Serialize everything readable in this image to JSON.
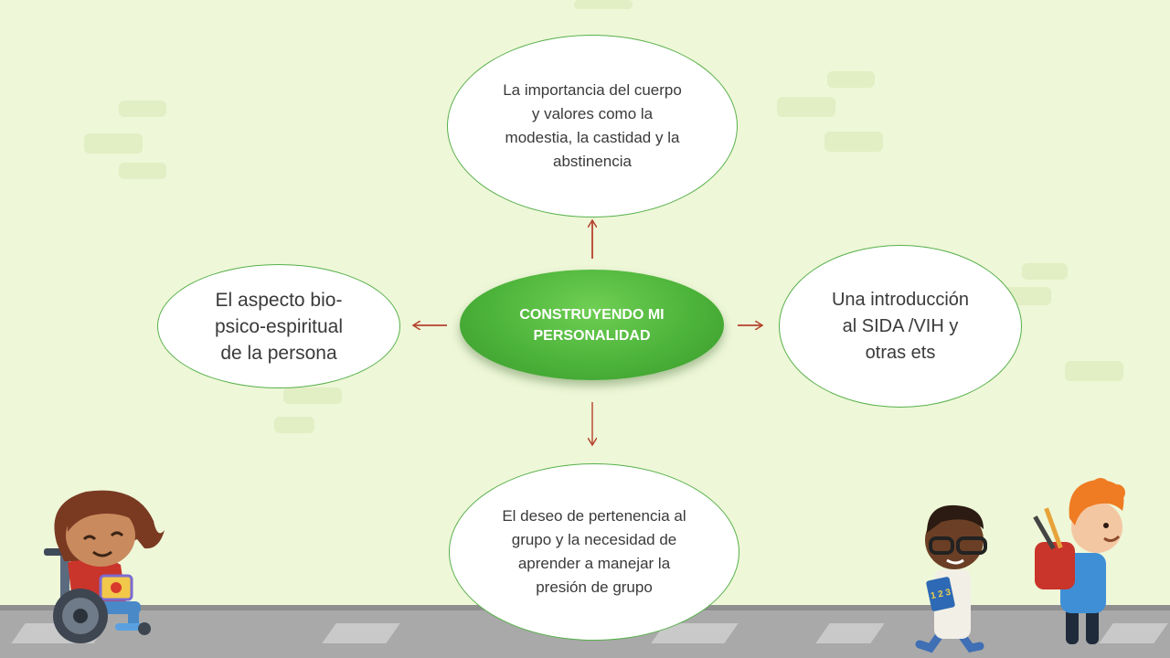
{
  "center": {
    "label": "CONSTRUYENDO MI PERSONALIDAD"
  },
  "nodes": {
    "top": "La importancia del cuerpo y valores como la modestia, la castidad y la abstinencia",
    "left": "El aspecto bio-psico-espiritual de la persona",
    "right": "Una introducción al SIDA /VIH y otras ets",
    "bottom": "El deseo de pertenencia al grupo y la necesidad de aprender a manejar la presión de grupo"
  },
  "illustration": {
    "book_label": "1 2 3"
  },
  "colors": {
    "accent_green": "#4cb33a",
    "arrow": "#b5412c",
    "background": "#eef7d8"
  }
}
